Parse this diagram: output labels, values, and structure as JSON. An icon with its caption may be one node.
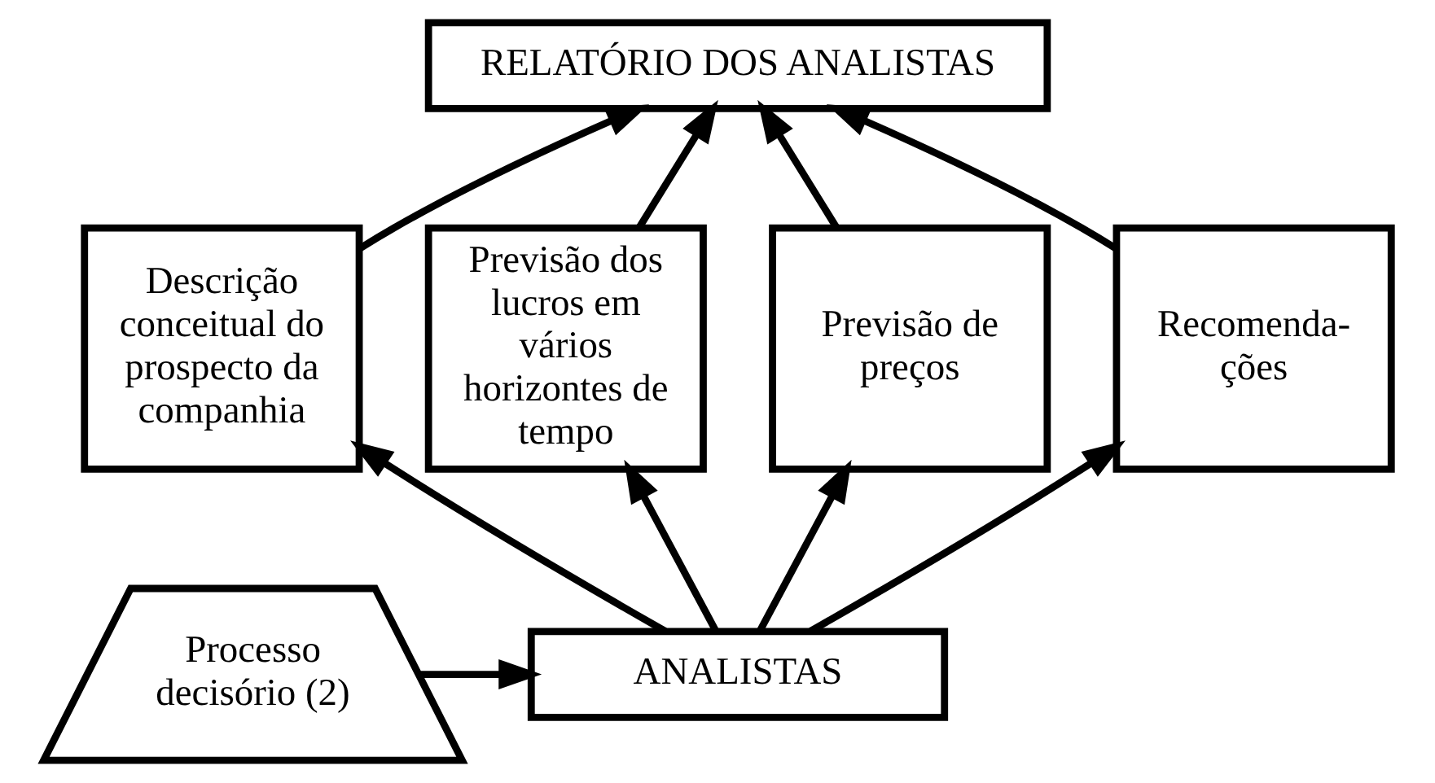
{
  "diagram": {
    "nodes": [
      {
        "text": [
          "RELATÓRIO DOS ANALISTAS"
        ]
      },
      {
        "text": [
          "Descrição conceitual do prospecto da companhia"
        ]
      },
      {
        "text": [
          "Previsão dos lucros em vários horizontes de tempo"
        ]
      },
      {
        "text": [
          "Previsão de preços"
        ]
      },
      {
        "text": [
          "Recomenda- ções"
        ]
      },
      {
        "text": [
          "ANALISTAS"
        ]
      },
      {
        "text": [
          "Processo decisório (2)"
        ]
      }
    ],
    "edges": [
      {
        "from": 1,
        "to": 0,
        "arrow": "to"
      },
      {
        "from": 2,
        "to": 0,
        "arrow": "to"
      },
      {
        "from": 3,
        "to": 0,
        "arrow": "to"
      },
      {
        "from": 4,
        "to": 0,
        "arrow": "to"
      },
      {
        "from": 5,
        "to": 1,
        "arrow": "to"
      },
      {
        "from": 5,
        "to": 2,
        "arrow": "to"
      },
      {
        "from": 5,
        "to": 3,
        "arrow": "to"
      },
      {
        "from": 5,
        "to": 4,
        "arrow": "to"
      },
      {
        "from": 6,
        "to": 5,
        "arrow": "to"
      }
    ]
  }
}
